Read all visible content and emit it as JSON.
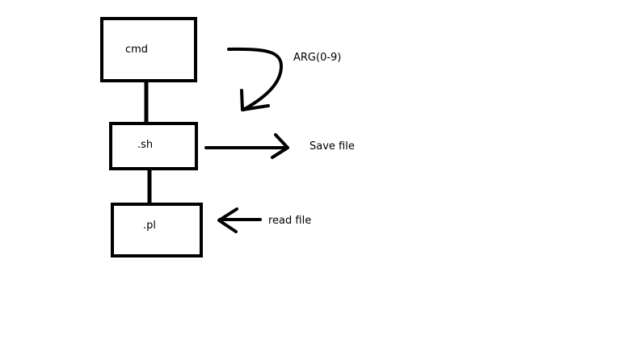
{
  "diagram": {
    "nodes": [
      {
        "id": "cmd",
        "label": "cmd"
      },
      {
        "id": "sh",
        "label": ".sh"
      },
      {
        "id": "pl",
        "label": ".pl"
      }
    ],
    "edges": [
      {
        "from": "cmd",
        "to": "sh"
      },
      {
        "from": "sh",
        "to": "pl"
      }
    ],
    "annotations": {
      "arg": "ARG(0-9)",
      "save": "Save file",
      "read": "read file"
    }
  },
  "colors": {
    "stroke": "#000000",
    "background": "#ffffff"
  }
}
